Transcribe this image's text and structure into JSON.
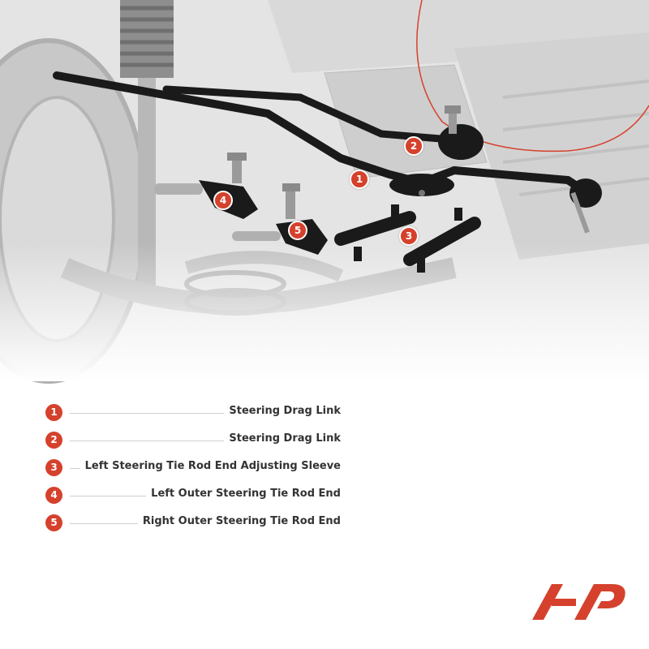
{
  "colors": {
    "accent": "#d5412c",
    "part_black": "#1a1a1a",
    "background_gray": "#cfcfcf"
  },
  "markers": [
    {
      "num": "1",
      "part": "drag-link-1"
    },
    {
      "num": "2",
      "part": "drag-link-2"
    },
    {
      "num": "3",
      "part": "adjusting-sleeve"
    },
    {
      "num": "4",
      "part": "left-outer-tie-rod-end"
    },
    {
      "num": "5",
      "part": "right-outer-tie-rod-end"
    }
  ],
  "legend": [
    {
      "num": "1",
      "label": "Steering Drag Link"
    },
    {
      "num": "2",
      "label": "Steering Drag Link"
    },
    {
      "num": "3",
      "label": "Left Steering Tie Rod End Adjusting Sleeve"
    },
    {
      "num": "4",
      "label": "Left Outer Steering Tie Rod End"
    },
    {
      "num": "5",
      "label": "Right Outer Steering Tie Rod End"
    }
  ],
  "logo": {
    "name": "brand-logo"
  }
}
